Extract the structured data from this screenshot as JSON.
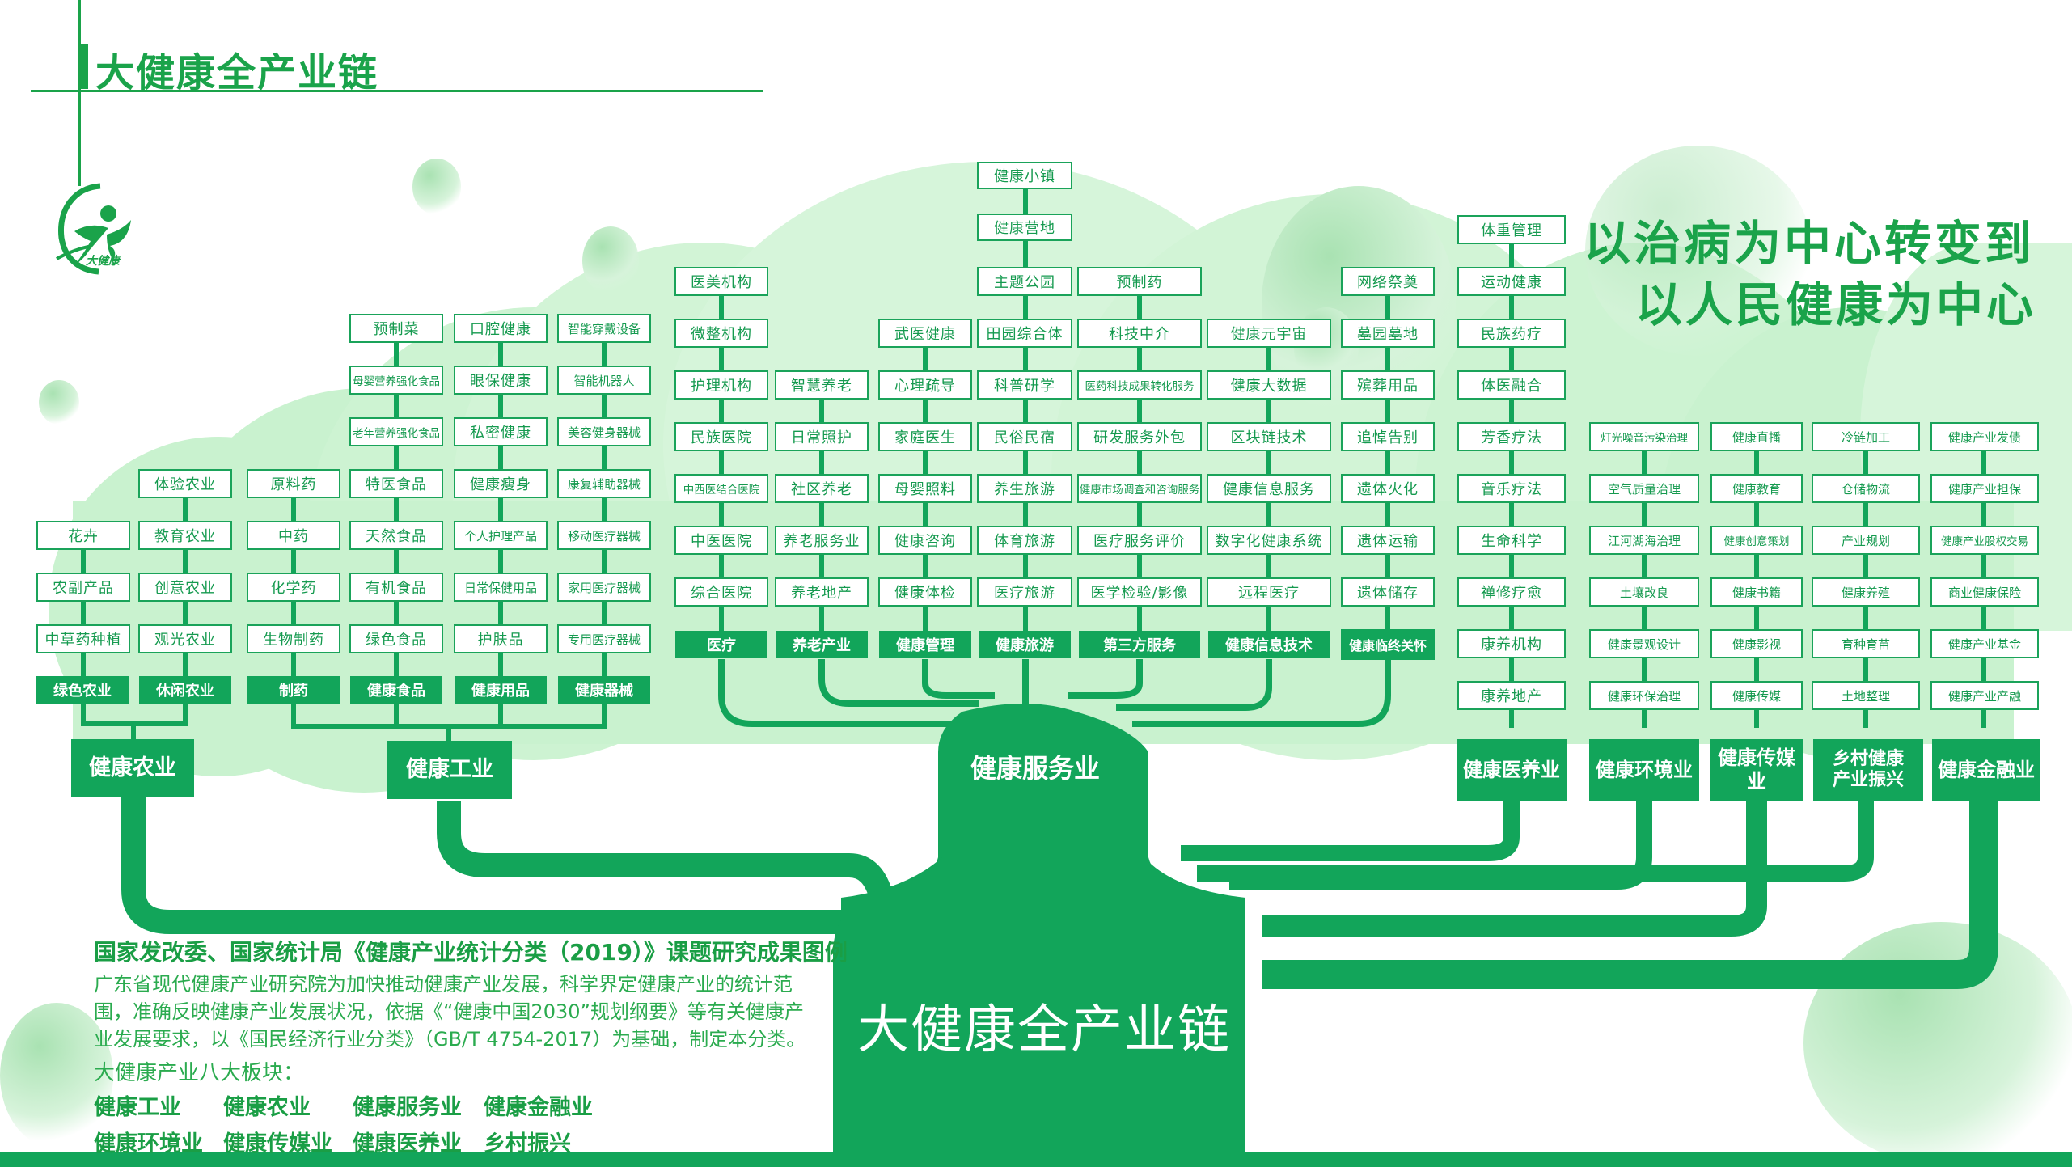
{
  "header": {
    "title": "大健康全产业链",
    "logo_text": "大健康",
    "logo_icon": "running-person-leaf-logo-icon"
  },
  "slogan": {
    "line1": "以治病为中心转变到",
    "line2": "以人民健康为中心"
  },
  "trunk_title": "大健康全产业链",
  "colors": {
    "primary_green": "#12a55a",
    "text_green": "#159a4f",
    "canopy_light_green": "#c9f2cf",
    "title_green": "#1aa34a"
  },
  "majors": {
    "agriculture": "健康农业",
    "industry": "健康工业",
    "service": "健康服务业",
    "medical_care": "健康医养业",
    "environment": "健康环境业",
    "media": "健康传媒业",
    "rural": "乡村健康产业振兴",
    "rural_line1": "乡村健康",
    "rural_line2": "产业振兴",
    "finance": "健康金融业"
  },
  "columns": {
    "green_agri": {
      "category": "绿色农业",
      "items": [
        "花卉",
        "农副产品",
        "中草药种植"
      ]
    },
    "leisure_agri": {
      "category": "休闲农业",
      "items": [
        "体验农业",
        "教育农业",
        "创意农业",
        "观光农业"
      ]
    },
    "pharma": {
      "category": "制药",
      "items": [
        "原料药",
        "中药",
        "化学药",
        "生物制药"
      ]
    },
    "health_food": {
      "category": "健康食品",
      "items": [
        "预制菜",
        "母婴营养强化食品",
        "老年营养强化食品",
        "特医食品",
        "天然食品",
        "有机食品",
        "绿色食品"
      ]
    },
    "health_goods": {
      "category": "健康用品",
      "items": [
        "口腔健康",
        "眼保健康",
        "私密健康",
        "健康瘦身",
        "个人护理产品",
        "日常保健用品",
        "护肤品"
      ]
    },
    "health_devices": {
      "category": "健康器械",
      "items": [
        "智能穿戴设备",
        "智能机器人",
        "美容健身器械",
        "康复辅助器械",
        "移动医疗器械",
        "家用医疗器械",
        "专用医疗器械"
      ]
    },
    "medical": {
      "category": "医疗",
      "items": [
        "医美机构",
        "微整机构",
        "护理机构",
        "民族医院",
        "中西医结合医院",
        "中医医院",
        "综合医院"
      ]
    },
    "elderly": {
      "category": "养老产业",
      "items": [
        "智慧养老",
        "日常照护",
        "社区养老",
        "养老服务业",
        "养老地产"
      ]
    },
    "health_mgmt": {
      "category": "健康管理",
      "items": [
        "武医健康",
        "心理疏导",
        "家庭医生",
        "母婴照料",
        "健康咨询",
        "健康体检"
      ]
    },
    "health_tourism": {
      "category": "健康旅游",
      "items": [
        "健康小镇",
        "健康营地",
        "主题公园",
        "田园综合体",
        "科普研学",
        "民俗民宿",
        "养生旅游",
        "体育旅游",
        "医疗旅游"
      ]
    },
    "third_party": {
      "category": "第三方服务",
      "items": [
        "预制药",
        "科技中介",
        "医药科技成果转化服务",
        "研发服务外包",
        "健康市场调查和咨询服务",
        "医疗服务评价",
        "医学检验/影像"
      ]
    },
    "health_it": {
      "category": "健康信息技术",
      "items": [
        "健康元宇宙",
        "健康大数据",
        "区块链技术",
        "健康信息服务",
        "数字化健康系统",
        "远程医疗"
      ]
    },
    "end_of_life": {
      "category": "健康临终关怀",
      "items": [
        "网络祭奠",
        "墓园墓地",
        "殡葬用品",
        "追悼告别",
        "遗体火化",
        "遗体运输",
        "遗体储存"
      ]
    },
    "medical_care": {
      "items": [
        "体重管理",
        "运动健康",
        "民族药疗",
        "体医融合",
        "芳香疗法",
        "音乐疗法",
        "生命科学",
        "禅修疗愈",
        "康养机构",
        "康养地产"
      ]
    },
    "environment": {
      "items": [
        "灯光噪音污染治理",
        "空气质量治理",
        "江河湖海治理",
        "土壤改良",
        "健康景观设计",
        "健康环保治理"
      ]
    },
    "media": {
      "items": [
        "健康直播",
        "健康教育",
        "健康创意策划",
        "健康书籍",
        "健康影视",
        "健康传媒"
      ]
    },
    "rural": {
      "items": [
        "冷链加工",
        "仓储物流",
        "产业规划",
        "健康养殖",
        "育种育苗",
        "土地整理"
      ]
    },
    "finance": {
      "items": [
        "健康产业发债",
        "健康产业担保",
        "健康产业股权交易",
        "商业健康保险",
        "健康产业基金",
        "健康产业产融"
      ]
    }
  },
  "description": {
    "heading": "国家发改委、国家统计局《健康产业统计分类（2019）》课题研究成果图例",
    "paragraph": "广东省现代健康产业研究院为加快推动健康产业发展，科学界定健康产业的统计范围，准确反映健康产业发展状况，依据《“健康中国2030”规划纲要》等有关健康产业发展要求，以《国民经济行业分类》（GB/T 4754-2017）为基础，制定本分类。",
    "sectors_label": "大健康产业八大板块：",
    "sectors": [
      "健康工业",
      "健康农业",
      "健康服务业",
      "健康金融业",
      "健康环境业",
      "健康传媒业",
      "健康医养业",
      "乡村振兴"
    ]
  }
}
